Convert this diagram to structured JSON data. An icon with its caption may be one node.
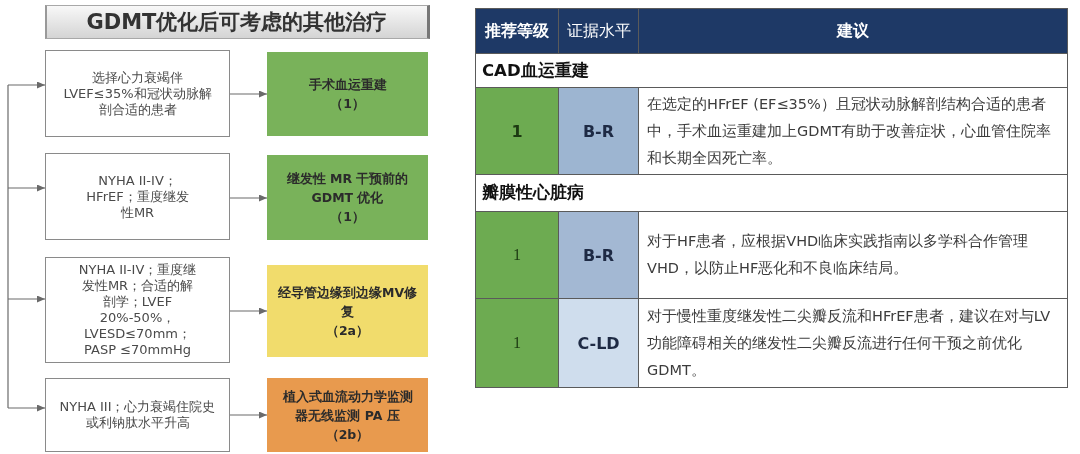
{
  "diagram": {
    "nodes": [
      {
        "text": [
          "GDMT优化后可考虑的其他治疗"
        ]
      },
      {
        "text": [
          "选择心力衰竭伴LVEF≤35%和冠状动脉解剖合适的患者"
        ]
      },
      {
        "text": [
          "手术血运重建",
          "（1）"
        ]
      },
      {
        "text": [
          "NYHA II-IV；HFrEF；重度继发性MR"
        ]
      },
      {
        "text": [
          "继发性 MR 干预前的GDMT 优化",
          "（1）"
        ]
      },
      {
        "text": [
          "NYHA II-IV；重度继发性MR；合适的解剖学；LVEF 20%-50%，LVESD≤70mm；PASP ≤70mmHg"
        ]
      },
      {
        "text": [
          "经导管边缘到边缘MV修复",
          "（2a）"
        ]
      },
      {
        "text": [
          "NYHA III；心力衰竭住院史或利钠肽水平升高"
        ]
      },
      {
        "text": [
          "植入式血流动力学监测器无线监测 PA 压",
          "（2b）"
        ]
      }
    ],
    "edges": [
      {
        "from": null,
        "to": 1,
        "arrow": "to"
      },
      {
        "from": 1,
        "to": 2,
        "arrow": "to"
      },
      {
        "from": null,
        "to": 3,
        "arrow": "to"
      },
      {
        "from": 3,
        "to": 4,
        "arrow": "to"
      },
      {
        "from": null,
        "to": 5,
        "arrow": "to"
      },
      {
        "from": 5,
        "to": 6,
        "arrow": "to"
      },
      {
        "from": null,
        "to": 7,
        "arrow": "to"
      },
      {
        "from": 7,
        "to": 8,
        "arrow": "to"
      }
    ],
    "labels": [
      "推荐等级",
      "证据水平",
      "建议",
      "CAD血运重建",
      "1",
      "B-R",
      "在选定的HFrEF (EF≤35%）且冠状动脉解剖结构合适的患者中，手术血运重建加上GDMT有助于改善症状，心血管住院率和长期全因死亡率。",
      "瓣膜性心脏病",
      "1",
      "B-R",
      "对于HF患者，应根据VHD临床实践指南以多学科合作管理VHD，以防止HF恶化和不良临床结局。",
      "1",
      "C-LD",
      "对于慢性重度继发性二尖瓣反流和HFrEF患者，建议在对与LV功能障碍相关的继发性二尖瓣反流进行任何干预之前优化GDMT。"
    ]
  }
}
